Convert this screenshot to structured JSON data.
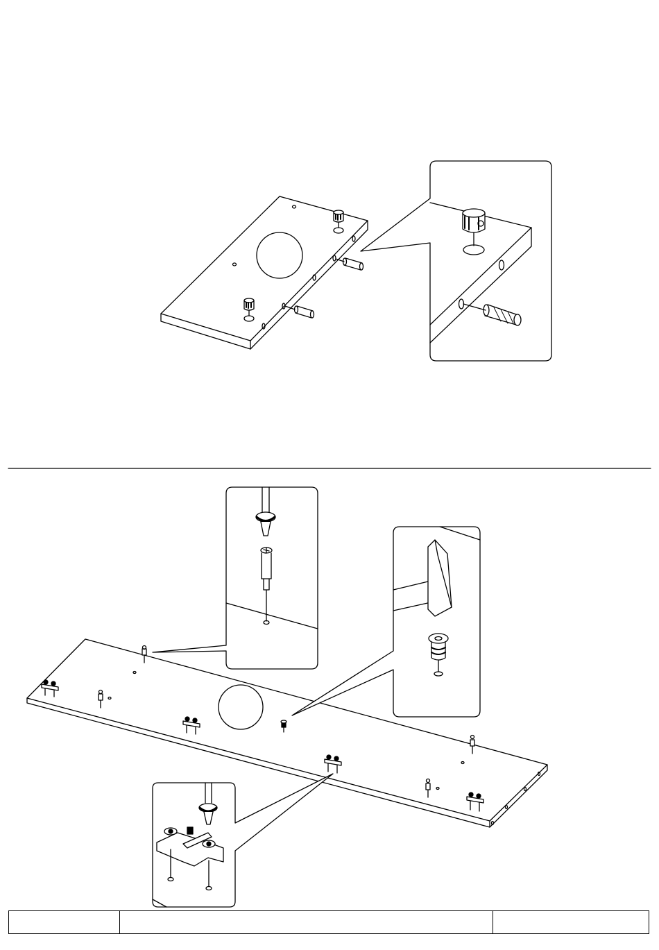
{
  "title": "",
  "step_top": {
    "label": "",
    "parts": [
      "cam-lock",
      "wooden-dowel"
    ]
  },
  "step_bottom": {
    "label": "",
    "parts": [
      "cam-bolt",
      "dowel-insert",
      "hinge-mounting-plate",
      "screwdriver",
      "hammer"
    ]
  },
  "footer": {
    "cell_1": "",
    "cell_2": "",
    "cell_3": ""
  },
  "colors": {
    "line": "#000000",
    "background": "#ffffff"
  }
}
